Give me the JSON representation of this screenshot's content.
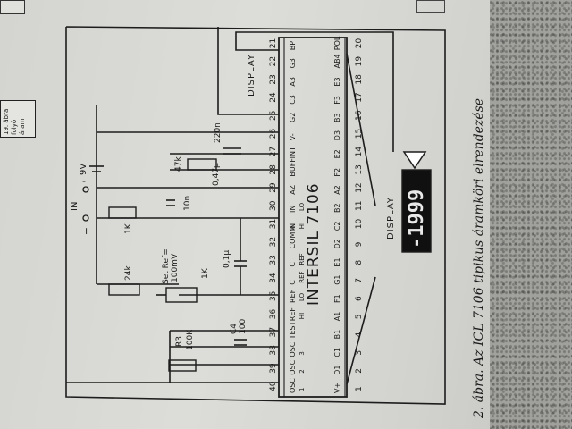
{
  "caption": "2. ábra. Az ICL 7106 tipikus áramköri elrendezése",
  "side_label": "19. ábra folyó áram",
  "chip": {
    "name": "INTERSIL 7106",
    "top_pins": [
      "40",
      "39",
      "38",
      "37",
      "36",
      "35",
      "34",
      "33",
      "32",
      "31",
      "30",
      "29",
      "28",
      "27",
      "26",
      "25",
      "24",
      "23",
      "22",
      "21"
    ],
    "bottom_pins": [
      "1",
      "2",
      "3",
      "4",
      "5",
      "6",
      "7",
      "8",
      "9",
      "10",
      "11",
      "12",
      "13",
      "14",
      "15",
      "16",
      "17",
      "18",
      "19",
      "20"
    ],
    "top_funcs": [
      "OSC",
      "OSC",
      "OSC",
      "TEST",
      "REF",
      "REF",
      "C",
      "C",
      "COMM",
      "IN",
      "IN",
      "AZ",
      "BUFF",
      "INT",
      "V-",
      "G2",
      "C3",
      "A3",
      "G3",
      "BP"
    ],
    "top_subs": [
      "1",
      "2",
      "3",
      "",
      "HI",
      "LO",
      "REF",
      "REF",
      "",
      "HI",
      "LO"
    ],
    "bottom_funcs": [
      "V+",
      "D1",
      "C1",
      "B1",
      "A1",
      "F1",
      "G1",
      "E1",
      "D2",
      "C2",
      "B2",
      "A2",
      "F2",
      "E2",
      "D3",
      "B3",
      "F3",
      "E3",
      "AB4",
      "POL"
    ]
  },
  "components": {
    "r3": "R3",
    "r3_value": "100K",
    "c4": "C4",
    "c4_value": "100",
    "r_24k": "24k",
    "set_ref": "Set Ref=",
    "set_ref_value": "100mV",
    "r_1k": "1K",
    "c_ref": "0,1µ",
    "r_in": "1K",
    "c_in": "10n",
    "in_label": "IN",
    "plus": "+",
    "minus": "-",
    "c_az": "0,47µ",
    "r_int": "47k",
    "c_int": "220n",
    "battery": "9V"
  },
  "display": {
    "label": "DISPLAY",
    "digits": "-1999"
  }
}
